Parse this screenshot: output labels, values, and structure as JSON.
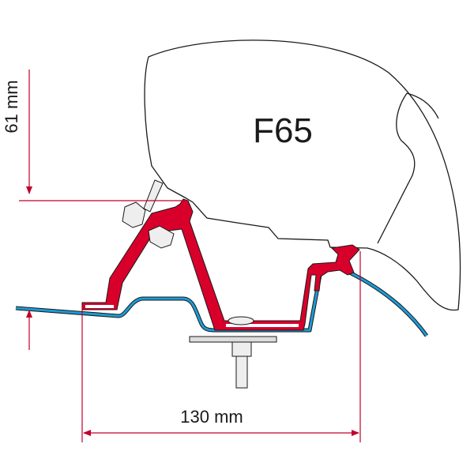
{
  "diagram": {
    "model_label": "F65",
    "height_dimension": "61 mm",
    "width_dimension": "130 mm"
  },
  "colors": {
    "bracket": "#d8002a",
    "roof": "#1d9ad6",
    "dimension": "#c0002a",
    "outline": "#1a1a1a"
  }
}
